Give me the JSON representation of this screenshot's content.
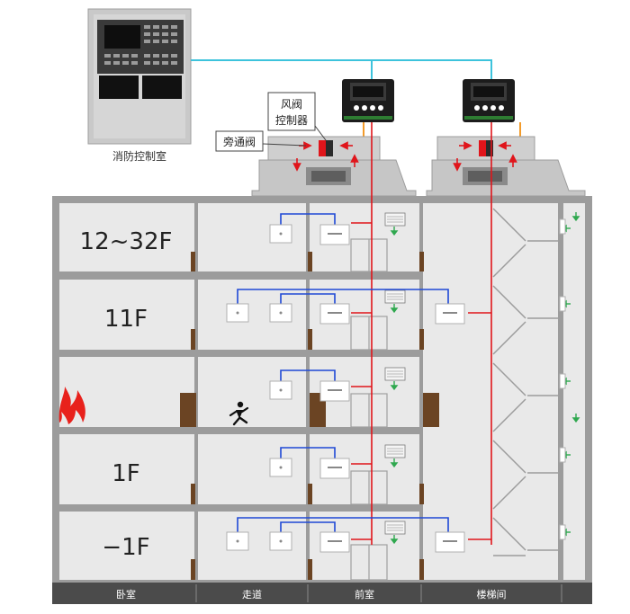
{
  "control_room": {
    "caption": "消防控制室"
  },
  "callouts": {
    "damper_controller_line1": "风阀",
    "damper_controller_line2": "控制器",
    "bypass_valve": "旁通阀"
  },
  "floors": [
    {
      "label": "12~32F"
    },
    {
      "label": "11F"
    },
    {
      "label": ""
    },
    {
      "label": "1F"
    },
    {
      "label": "−1F"
    }
  ],
  "columns": [
    "卧室",
    "走道",
    "前室",
    "楼梯间"
  ],
  "colors": {
    "signal_line": "#3dc3dc",
    "control_wire": "#e0151b",
    "bus_wire": "#1f49d6",
    "flow_arrow": "#2fa84f",
    "door": "#6b4423",
    "fire": "#e8211c",
    "building_fill": "#e9e9e9",
    "building_frame": "#9c9c9c",
    "column_header_bg": "#4b4b4b"
  }
}
